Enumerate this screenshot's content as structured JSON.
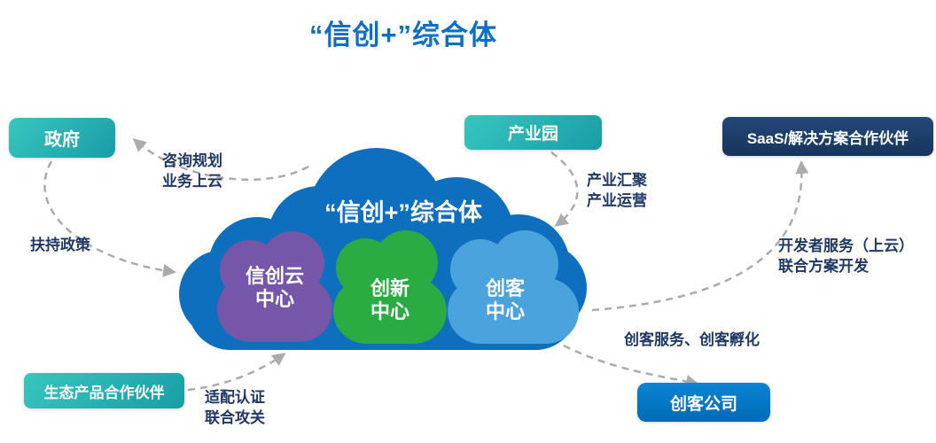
{
  "title": "“信创+”综合体",
  "main_cloud": {
    "label": "“信创+”综合体"
  },
  "sub_clouds": {
    "xinchuang": {
      "line1": "信创云",
      "line2": "中心"
    },
    "innovation": {
      "line1": "创新",
      "line2": "中心"
    },
    "maker": {
      "line1": "创客",
      "line2": "中心"
    }
  },
  "nodes": {
    "government": {
      "label": "政府"
    },
    "industrial_park": {
      "label": "产业园"
    },
    "saas_partner": {
      "label": "SaaS/解决方案合作伙伴"
    },
    "eco_partner": {
      "label": "生态产品合作伙伴"
    },
    "maker_company": {
      "label": "创客公司"
    }
  },
  "edge_labels": {
    "consulting": {
      "line1": "咨询规划",
      "line2": "业务上云"
    },
    "policy": {
      "line1": "扶持政策"
    },
    "industry": {
      "line1": "产业汇聚",
      "line2": "产业运营"
    },
    "developer": {
      "line1": "开发者服务（上云）",
      "line2": "联合方案开发"
    },
    "maker_service": {
      "line1": "创客服务、创客孵化"
    },
    "adaptation": {
      "line1": "适配认证",
      "line2": "联合攻关"
    }
  },
  "colors": {
    "title": "#0B6FC4",
    "cloud_main": "#0E6FBE",
    "cloud_purple": "#7656A8",
    "cloud_green": "#2BAC43",
    "cloud_lightblue": "#4AA3DC",
    "box_teal": "#28B4AE",
    "box_navy": "#1B3C66",
    "box_blue": "#0077C8",
    "arrow": "#ABABAB",
    "edge_label_text": "#1F3864"
  }
}
